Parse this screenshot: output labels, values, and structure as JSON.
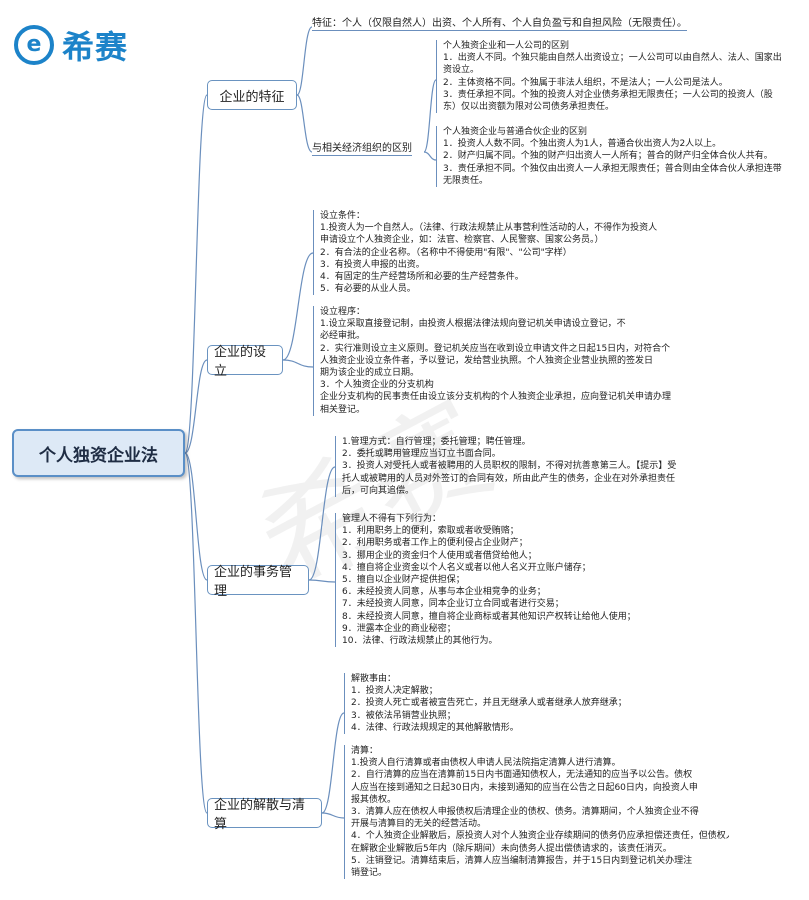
{
  "logo": {
    "mark": "e",
    "text": "希赛"
  },
  "watermark": "希赛",
  "root": "个人独资企业法",
  "branches": {
    "features": "企业的特征",
    "establish": "企业的设立",
    "affairs": "企业的事务管理",
    "dissolve": "企业的解散与清算"
  },
  "features": {
    "top_line": "特征：个人（仅限自然人）出资、个人所有、个人自负盈亏和自担风险（无限责任）。",
    "cmp_label": "与相关经济组织的区别",
    "cmp_company": {
      "title": "个人独资企业和一人公司的区别",
      "lines": [
        "1．出资人不同。个独只能由自然人出资设立；一人公司可以由自然人、法人、国家出",
        "资设立。",
        "2．主体资格不同。个独属于非法人组织，不是法人；一人公司是法人。",
        "3．责任承担不同。个独的投资人对企业债务承担无限责任；一人公司的投资人（股",
        "东）仅以出资额为限对公司债务承担责任。"
      ]
    },
    "cmp_partnership": {
      "title": "个人独资企业与普通合伙企业的区别",
      "lines": [
        "1．投资人人数不同。个独出资人为1人，普通合伙出资人为2人以上。",
        "2．财产归属不同。个独的财产归出资人一人所有；普合的财产归全体合伙人共有。",
        "3．责任承担不同。个独仅由出资人一人承担无限责任；普合则由全体合伙人承担连带",
        "无限责任。"
      ]
    }
  },
  "establish": {
    "conditions": [
      "设立条件：",
      "1.投资人为一个自然人。（法律、行政法规禁止从事营利性活动的人，不得作为投资人",
      "申请设立个人独资企业，如：法官、检察官、人民警察、国家公务员。）",
      "2．有合法的企业名称。（名称中不得使用\"有限\"、\"公司\"字样）",
      "3．有投资人申报的出资。",
      "4．有固定的生产经营场所和必要的生产经营条件。",
      "5．有必要的从业人员。"
    ],
    "procedure": [
      "设立程序：",
      "1.设立采取直接登记制，由投资人根据法律法规向登记机关申请设立登记，不",
      "必经审批。",
      "2．实行准则设立主义原则。登记机关应当在收到设立申请文件之日起15日内，对符合个",
      "人独资企业设立条件者，予以登记，发给营业执照。个人独资企业营业执照的签发日",
      "期为该企业的成立日期。",
      "3．个人独资企业的分支机构",
      "企业分支机构的民事责任由设立该分支机构的个人独资企业承担，应向登记机关申请办理",
      "相关登记。"
    ]
  },
  "affairs": {
    "management": [
      "1.管理方式：自行管理；委托管理；聘任管理。",
      "2．委托或聘用管理应当订立书面合同。",
      "3．投资人对受托人或者被聘用的人员职权的限制，不得对抗善意第三人。【提示】受",
      "托人或被聘用的人员对外签订的合同有效，所由此产生的债务，企业在对外承担责任",
      "后，可向其追偿。"
    ],
    "prohibited_title": "管理人不得有下列行为：",
    "prohibited": [
      "1．利用职务上的便利，索取或者收受贿赂；",
      "2．利用职务或者工作上的便利侵占企业财产；",
      "3．挪用企业的资金归个人使用或者借贷给他人；",
      "4．擅自将企业资金以个人名义或者以他人名义开立账户储存；",
      "5．擅自以企业财产提供担保；",
      "6．未经投资人同意，从事与本企业相竞争的业务；",
      "7．未经投资人同意，同本企业订立合同或者进行交易；",
      "8．未经投资人同意，擅自将企业商标或者其他知识产权转让给他人使用；",
      "9．泄露本企业的商业秘密；",
      "10．法律、行政法规禁止的其他行为。"
    ]
  },
  "dissolve": {
    "causes_title": "解散事由：",
    "causes": [
      "1．投资人决定解散；",
      "2．投资人死亡或者被宣告死亡，并且无继承人或者继承人放弃继承；",
      "3．被依法吊销营业执照；",
      "4．法律、行政法规规定的其他解散情形。"
    ],
    "liquidation_title": "清算：",
    "liquidation": [
      "1.投资人自行清算或者由债权人申请人民法院指定清算人进行清算。",
      "2．自行清算的应当在清算前15日内书面通知债权人，无法通知的应当予以公告。债权",
      "人应当在接到通知之日起30日内，未接到通知的应当在公告之日起60日内，向投资人申",
      "报其债权。",
      "3．清算人应在债权人申报债权后清理企业的债权、债务。清算期间，个人独资企业不得",
      "开展与清算目的无关的经营活动。",
      "4．个人独资企业解散后，原投资人对个人独资企业存续期间的债务仍应承担偿还责任，但债权人",
      "在解散企业解散后5年内（除斥期间）未向债务人提出偿债请求的，该责任消灭。",
      "5．注销登记。清算结束后，清算人应当编制清算报告，并于15日内到登记机关办理注",
      "销登记。"
    ]
  }
}
